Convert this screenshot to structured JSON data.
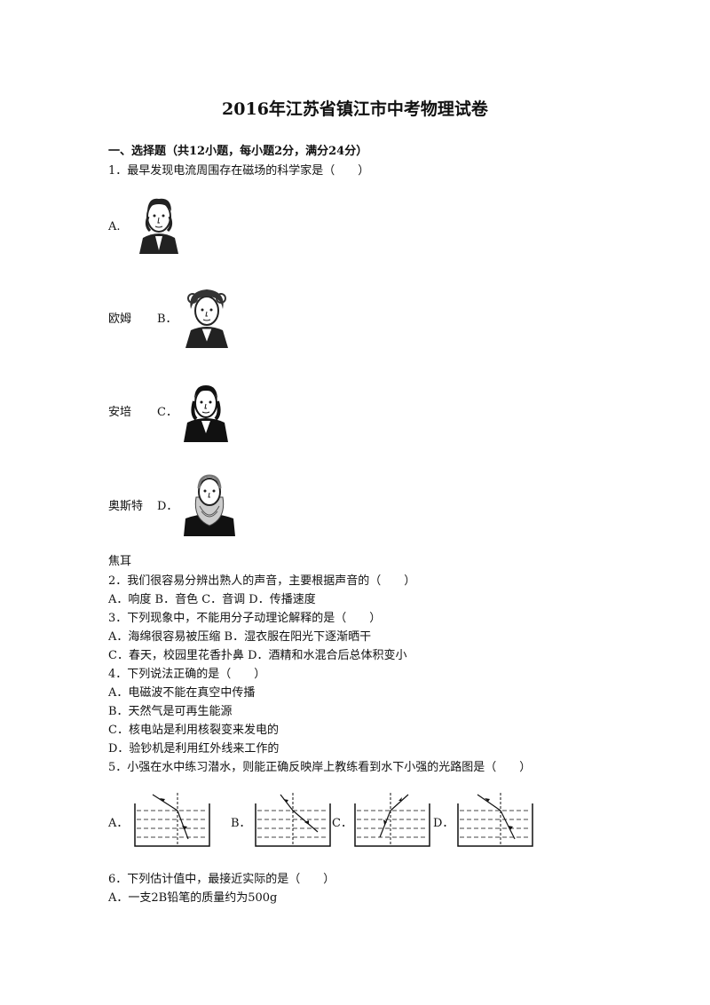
{
  "title": "2016年江苏省镇江市中考物理试卷",
  "section1": "一、选择题（共12小题，每小题2分，满分24分）",
  "q1": {
    "stem": "1．最早发现电流周围存在磁场的科学家是（　　）",
    "optA_label": "A.",
    "optB_prefix": "欧姆",
    "optB_label": "B．",
    "optC_prefix": "安培",
    "optC_label": "C．",
    "optD_prefix": "奥斯特",
    "optD_label": "D．",
    "trailing": "焦耳"
  },
  "q2": {
    "stem": "2．我们很容易分辨出熟人的声音，主要根据声音的（　　）",
    "options": "A．响度 B．音色 C．音调 D．传播速度"
  },
  "q3": {
    "stem": "3．下列现象中，不能用分子动理论解释的是（　　）",
    "line1": "A．海绵很容易被压缩 B．湿衣服在阳光下逐渐晒干",
    "line2": "C．春天，校园里花香扑鼻 D．酒精和水混合后总体积变小"
  },
  "q4": {
    "stem": "4．下列说法正确的是（　　）",
    "a": "A．电磁波不能在真空中传播",
    "b": "B．天然气是可再生能源",
    "c": "C．核电站是利用核裂变来发电的",
    "d": "D．验钞机是利用红外线来工作的"
  },
  "q5": {
    "stem": "5．小强在水中练习潜水，则能正确反映岸上教练看到水下小强的光路图是（　　）",
    "a": "A．",
    "b": "B．",
    "c": "C．",
    "d": "D．"
  },
  "q6": {
    "stem": "6．下列估计值中，最接近实际的是（　　）",
    "a": "A．一支2B铅笔的质量约为500g"
  }
}
